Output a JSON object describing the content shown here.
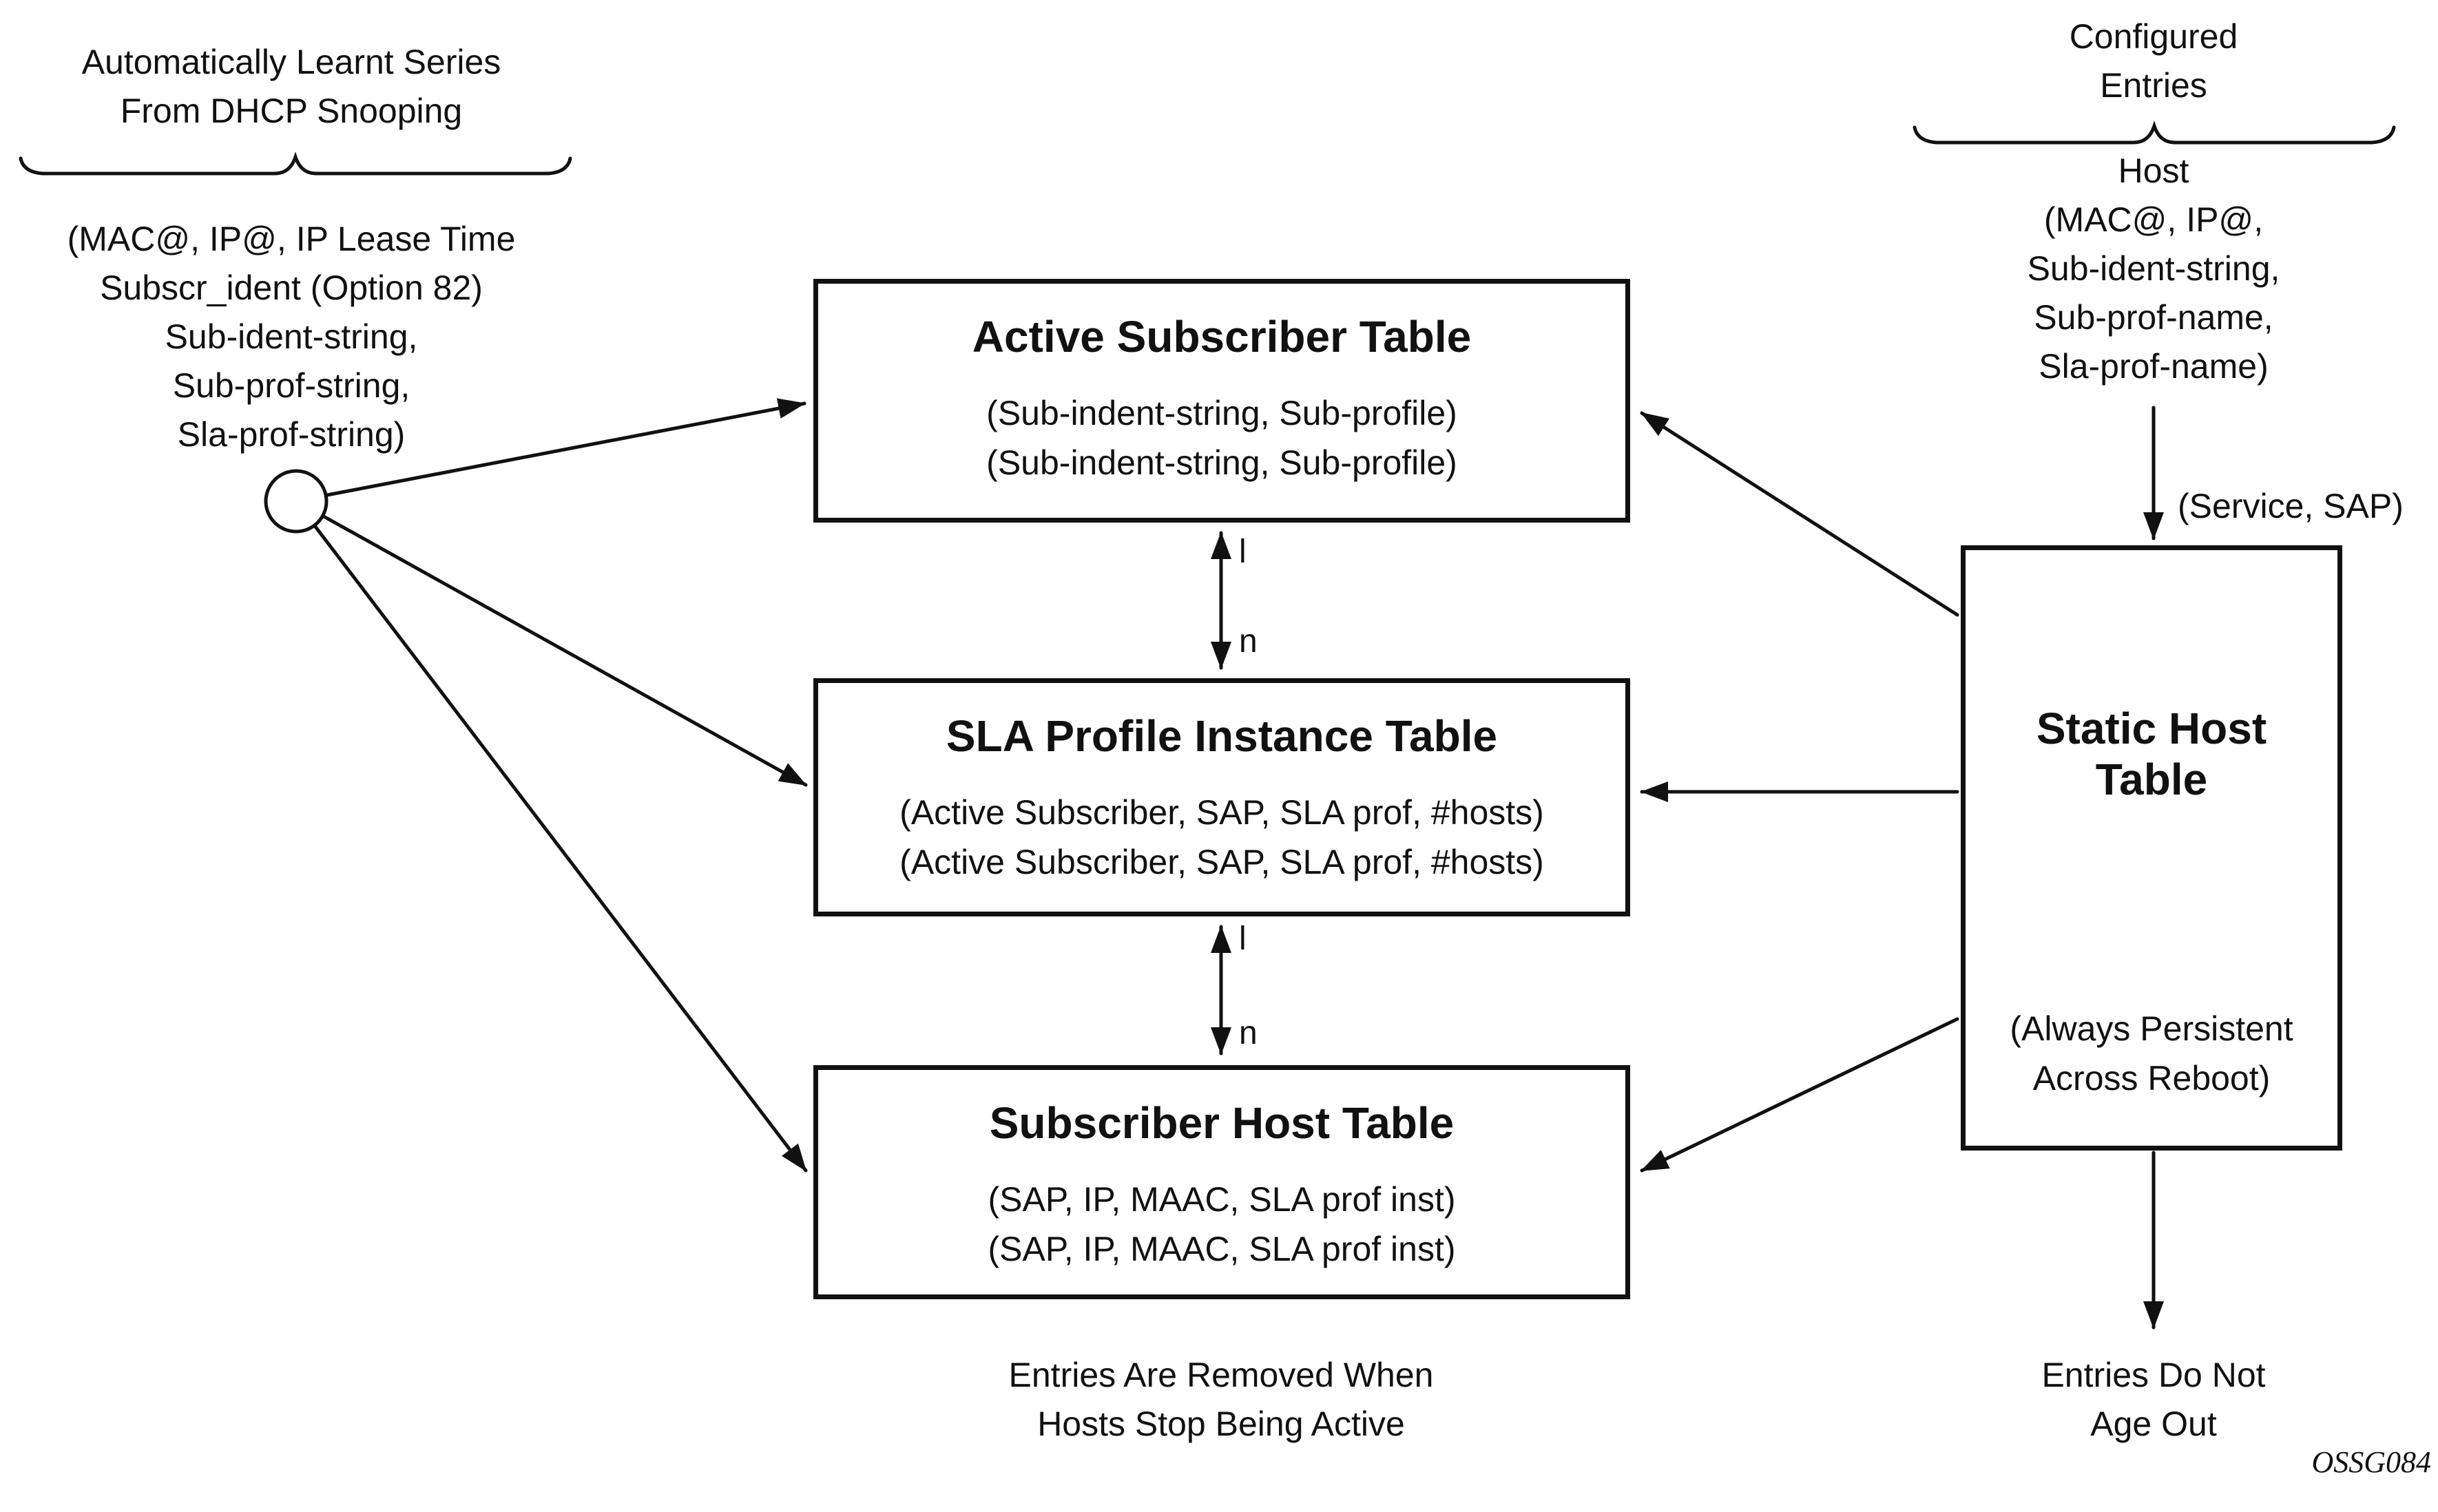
{
  "palette": {
    "ink": "#111111",
    "bg": "#ffffff"
  },
  "left_group": {
    "title": {
      "line1": "Automatically Learnt Series",
      "line2": "From DHCP Snooping"
    },
    "details": [
      "(MAC@, IP@, IP Lease Time",
      "Subscr_ident (Option 82)",
      "Sub-ident-string,",
      "Sub-prof-string,",
      "Sla-prof-string)"
    ]
  },
  "tables": {
    "active_subscriber": {
      "title": "Active Subscriber Table",
      "rows": [
        "(Sub-indent-string, Sub-profile)",
        "(Sub-indent-string, Sub-profile)"
      ]
    },
    "sla_profile_instance": {
      "title": "SLA Profile Instance Table",
      "rows": [
        "(Active Subscriber, SAP, SLA prof, #hosts)",
        "(Active Subscriber, SAP, SLA prof, #hosts)"
      ]
    },
    "subscriber_host": {
      "title": "Subscriber Host Table",
      "rows": [
        "(SAP, IP, MAAC, SLA prof inst)",
        "(SAP, IP, MAAC, SLA prof inst)"
      ]
    },
    "static_host": {
      "title": {
        "line1": "Static Host",
        "line2": "Table"
      },
      "note": {
        "line1": "(Always Persistent",
        "line2": "Across Reboot)"
      }
    }
  },
  "relations": {
    "active_to_sla": {
      "top": "l",
      "bottom": "n"
    },
    "sla_to_host": {
      "top": "l",
      "bottom": "n"
    }
  },
  "right_group": {
    "title": {
      "line1": "Configured",
      "line2": "Entries"
    },
    "details": [
      "Host",
      "(MAC@, IP@,",
      "Sub-ident-string,",
      "Sub-prof-name,",
      "Sla-prof-name)"
    ],
    "arrow_label": "(Service, SAP)"
  },
  "captions": {
    "center": {
      "line1": "Entries Are Removed When",
      "line2": "Hosts Stop Being Active"
    },
    "right": {
      "line1": "Entries Do Not",
      "line2": "Age Out"
    },
    "figure_id": "OSSG084"
  }
}
